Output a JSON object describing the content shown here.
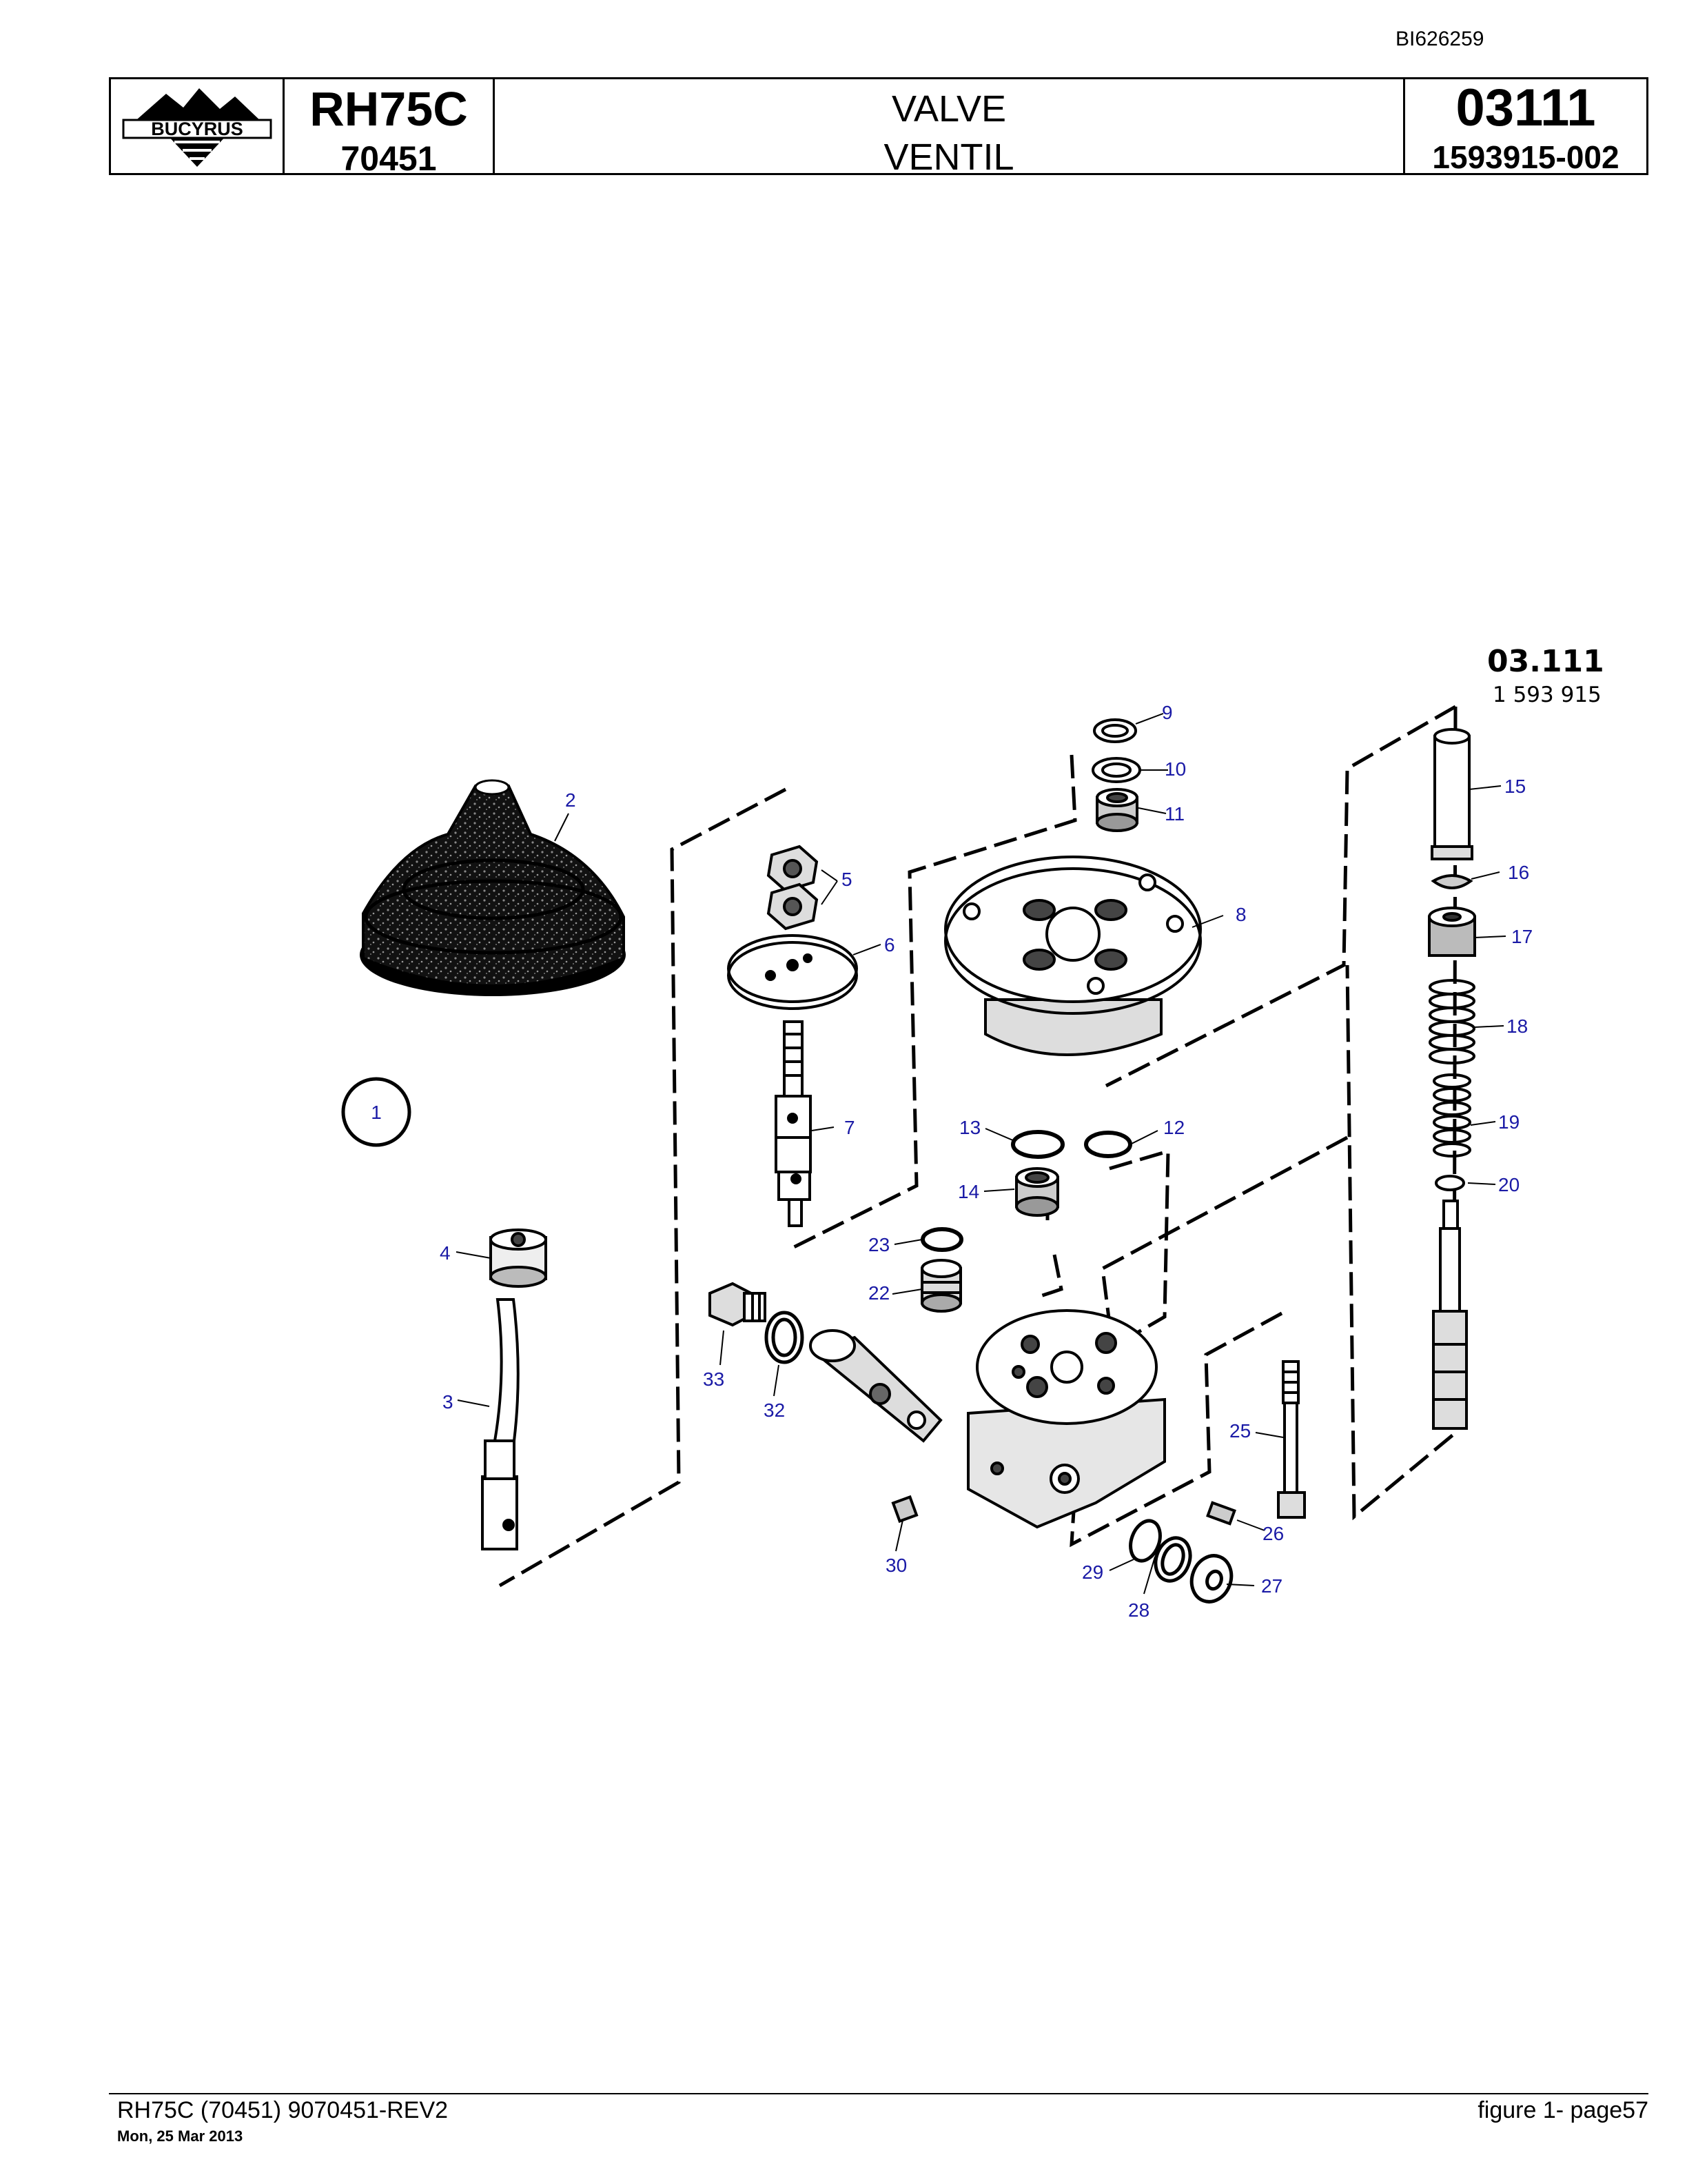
{
  "doc_id": "BI626259",
  "header": {
    "logo_text": "BUCYRUS",
    "model_name": "RH75C",
    "model_number": "70451",
    "title_en": "VALVE",
    "title_de": "VENTIL",
    "group_code": "03111",
    "part_number": "1593915-002"
  },
  "figure": {
    "group_label": "03.111",
    "part_label": "1 593 915",
    "reference_circle": "1",
    "callouts": [
      "2",
      "3",
      "4",
      "5",
      "6",
      "7",
      "8",
      "9",
      "10",
      "11",
      "12",
      "13",
      "14",
      "15",
      "16",
      "17",
      "18",
      "19",
      "20",
      "22",
      "23",
      "25",
      "26",
      "27",
      "28",
      "29",
      "30",
      "32",
      "33"
    ]
  },
  "footer": {
    "left": "RH75C (70451) 9070451-REV2",
    "date": "Mon, 25 Mar 2013",
    "right": "figure  1- page57"
  },
  "colors": {
    "callout": "#1a1aa6",
    "line": "#000000"
  }
}
